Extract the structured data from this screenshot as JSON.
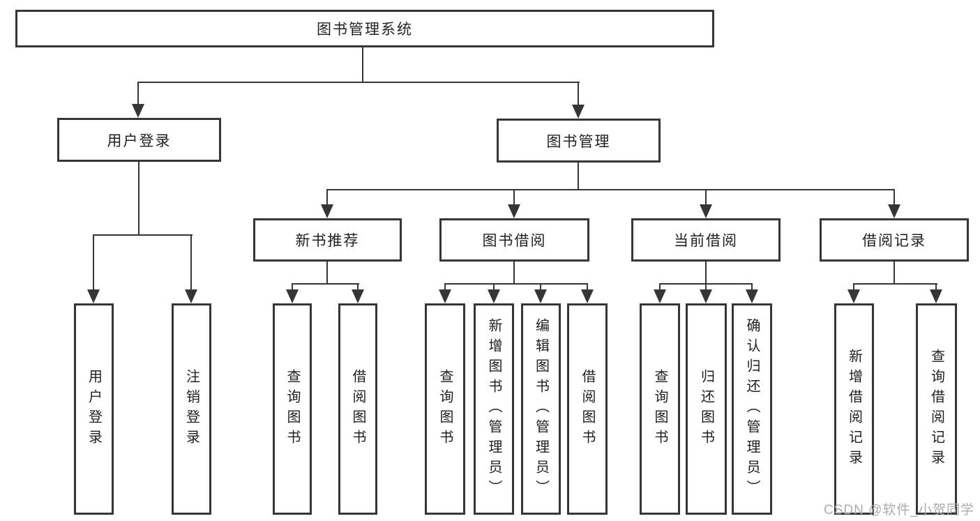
{
  "tree": {
    "root": {
      "label": "图书管理系统",
      "children": [
        {
          "label": "用户登录",
          "children": [
            {
              "label": "用户登录"
            },
            {
              "label": "注销登录"
            }
          ]
        },
        {
          "label": "图书管理",
          "children": [
            {
              "label": "新书推荐",
              "children": [
                {
                  "label": "查询图书"
                },
                {
                  "label": "借阅图书"
                }
              ]
            },
            {
              "label": "图书借阅",
              "children": [
                {
                  "label": "查询图书"
                },
                {
                  "label": "新增图书（管理员）"
                },
                {
                  "label": "编辑图书（管理员）"
                },
                {
                  "label": "借阅图书"
                }
              ]
            },
            {
              "label": "当前借阅",
              "children": [
                {
                  "label": "查询图书"
                },
                {
                  "label": "归还图书"
                },
                {
                  "label": "确认归还（管理员）"
                }
              ]
            },
            {
              "label": "借阅记录",
              "children": [
                {
                  "label": "新增借阅记录"
                },
                {
                  "label": "查询借阅记录"
                }
              ]
            }
          ]
        }
      ]
    }
  },
  "watermark": {
    "text": "CSDN @软件_小贺同学"
  },
  "colors": {
    "line": "#363636",
    "box_border": "#363636",
    "text": "#1f1f1f",
    "background": "#ffffff",
    "watermark": "#ababab"
  }
}
